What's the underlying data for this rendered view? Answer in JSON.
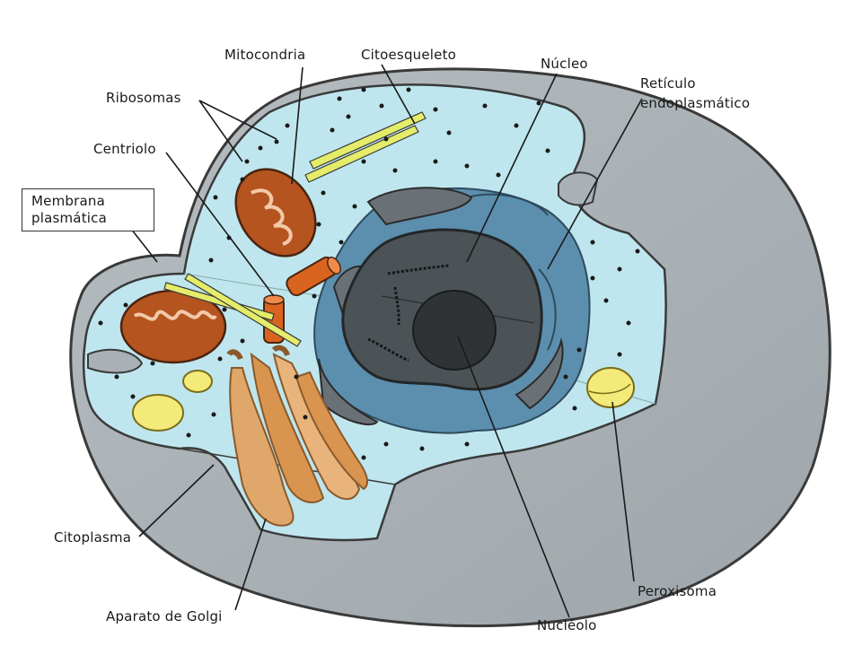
{
  "labels": {
    "mitocondria": "Mitocondria",
    "citoesqueleto": "Citoesqueleto",
    "nucleo": "Núcleo",
    "reticulo_1": "Retículo",
    "reticulo_2": "endoplasmático",
    "ribosomas": "Ribosomas",
    "centriolo": "Centriolo",
    "membrana_1": "Membrana",
    "membrana_2": "plasmática",
    "citoplasma": "Citoplasma",
    "aparato_golgi": "Aparato de Golgi",
    "nucleolo": "Nucléolo",
    "peroxisoma": "Peroxisoma"
  },
  "colors": {
    "cytoplasm": "#bfe6ee",
    "membrane_shell": "#a9b1b6",
    "outline": "#3a3a3a",
    "nucleus_envelope": "#5c8fae",
    "nucleus": "#4c5357",
    "nucleolus": "#2f3336",
    "mitochondria": "#b5541f",
    "golgi": "#e0a76a",
    "peroxisome": "#f4ea7a",
    "cytoskeleton": "#e4ec6a",
    "ribosome": "#1a1a1a"
  }
}
